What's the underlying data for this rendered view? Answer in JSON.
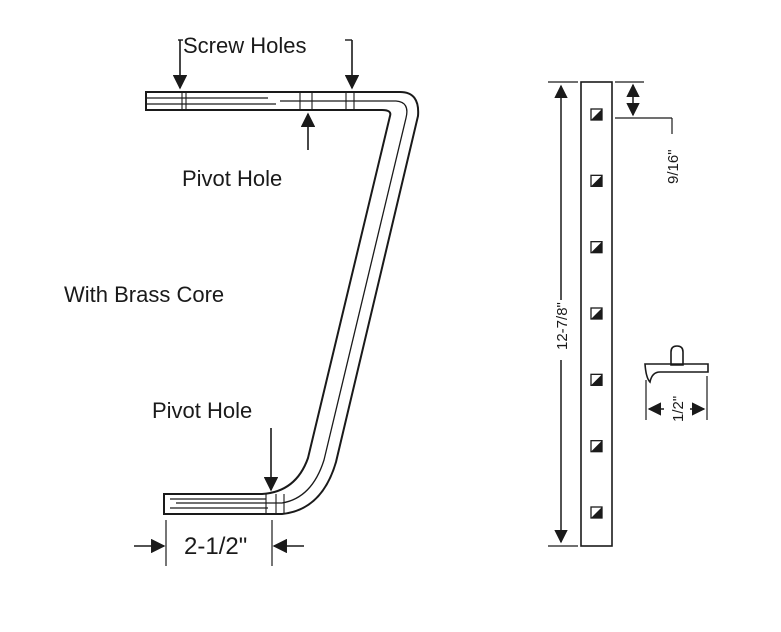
{
  "labels": {
    "screw_holes": "Screw Holes",
    "pivot_hole_top": "Pivot Hole",
    "brass_core": "With Brass Core",
    "pivot_hole_bottom": "Pivot Hole",
    "width_dim": "2-1/2\"",
    "length_dim": "12-7/8\"",
    "spacing_dim": "9/16\"",
    "profile_dim": "1/2\""
  },
  "strip": {
    "hole_count": 7
  }
}
